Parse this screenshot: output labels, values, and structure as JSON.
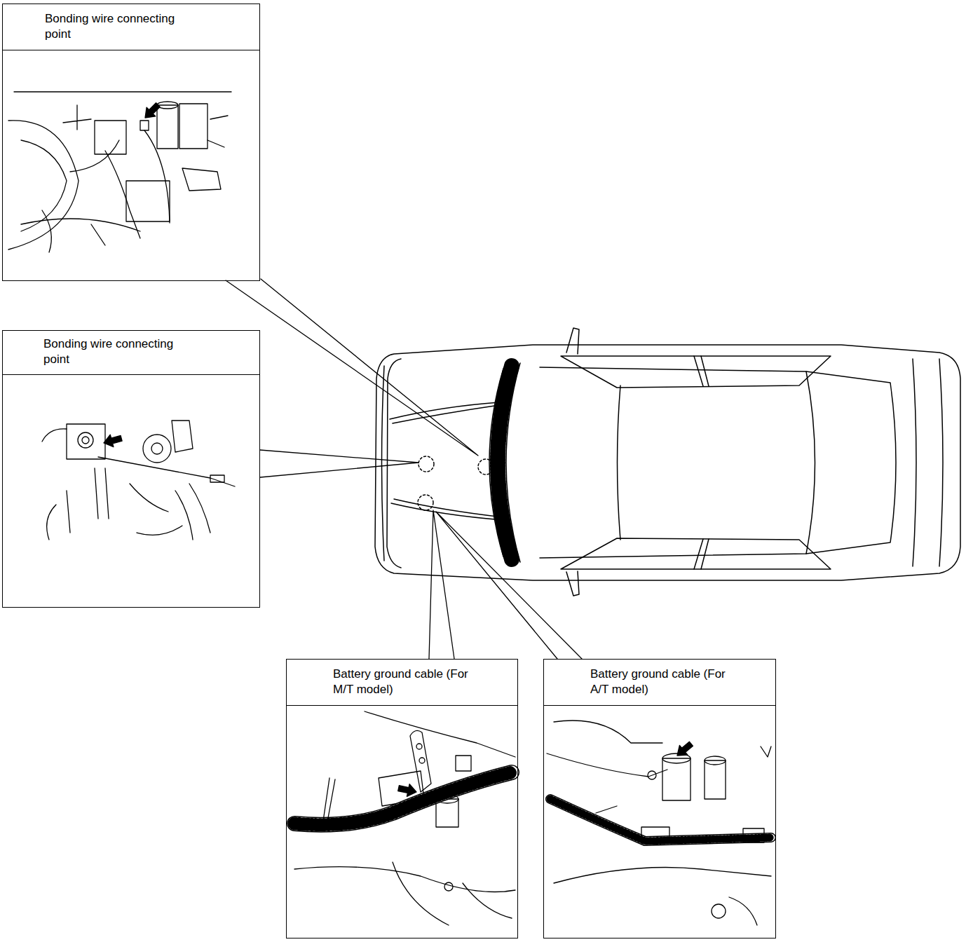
{
  "diagram": {
    "nodes": [
      {
        "text": [
          "Bonding wire connecting point"
        ]
      },
      {
        "text": [
          "Bonding wire connecting point"
        ]
      },
      {
        "text": [
          "Battery ground cable (For M/T model)"
        ]
      },
      {
        "text": [
          "Battery ground cable (For A/T model)"
        ]
      }
    ]
  }
}
